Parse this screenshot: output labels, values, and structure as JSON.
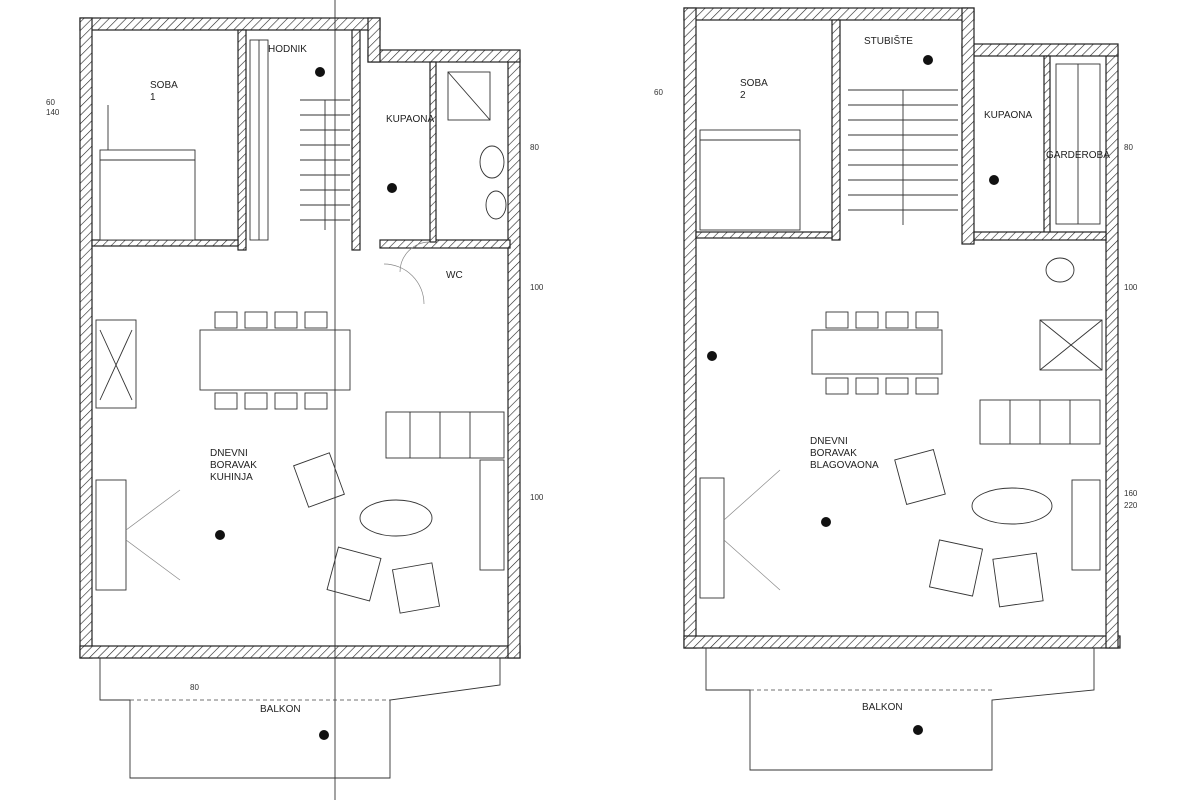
{
  "plans": [
    {
      "rooms": [
        {
          "id": "r1",
          "lines": [
            "SOBA",
            "1",
            ""
          ]
        },
        {
          "id": "r2",
          "lines": [
            "HODNIK"
          ]
        },
        {
          "id": "r3",
          "lines": [
            "KUPAONA"
          ]
        },
        {
          "id": "r4",
          "lines": [
            "WC"
          ]
        },
        {
          "id": "r5",
          "lines": [
            "DNEVNI",
            "BORAVAK",
            "KUHINJA"
          ]
        },
        {
          "id": "r6",
          "lines": [
            "BALKON"
          ]
        }
      ],
      "window_tags": [
        "60",
        "140",
        "80",
        "100",
        "100",
        "80"
      ]
    },
    {
      "rooms": [
        {
          "id": "r1",
          "lines": [
            "SOBA",
            "2"
          ]
        },
        {
          "id": "r2",
          "lines": [
            "STUBIŠTE"
          ]
        },
        {
          "id": "r3",
          "lines": [
            "KUPAONA"
          ]
        },
        {
          "id": "r4",
          "lines": [
            "GARDEROBA"
          ]
        },
        {
          "id": "r5",
          "lines": [
            "DNEVNI",
            "BORAVAK",
            "BLAGOVAONA"
          ]
        },
        {
          "id": "r6",
          "lines": [
            "BALKON"
          ]
        }
      ],
      "window_tags": [
        "60",
        "80",
        "100",
        "160",
        "220"
      ]
    }
  ]
}
